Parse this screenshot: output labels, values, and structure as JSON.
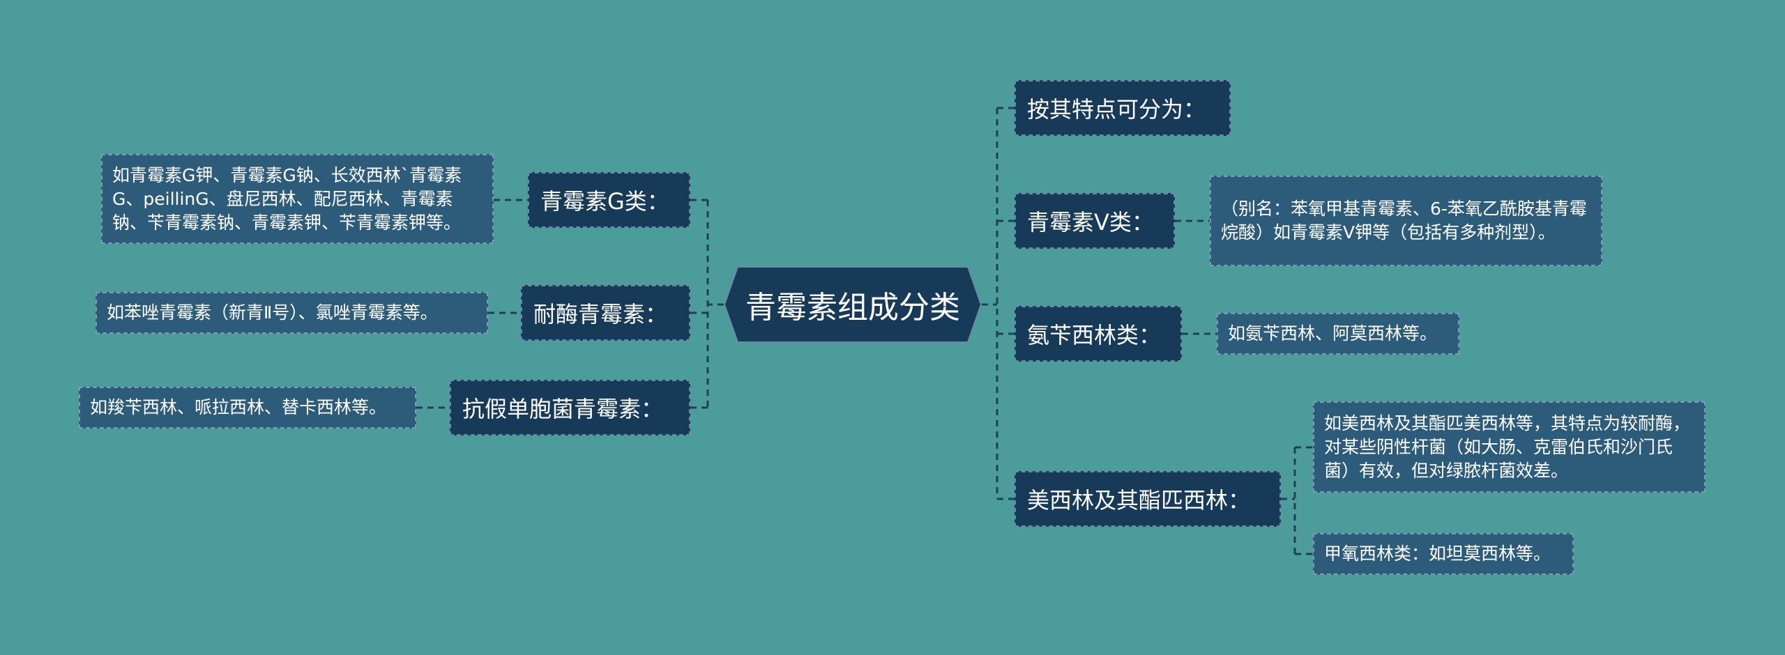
{
  "root": {
    "label": "青霉素组成分类"
  },
  "left_branches": [
    {
      "label": "青霉素G类：",
      "detail": "如青霉素G钾、青霉素G钠、长效西林`青霉素G、peillinG、盘尼西林、配尼西林、青霉素钠、苄青霉素钠、青霉素钾、苄青霉素钾等。"
    },
    {
      "label": "耐酶青霉素：",
      "detail": "如苯唑青霉素（新青Ⅱ号）、氯唑青霉素等。"
    },
    {
      "label": "抗假单胞菌青霉素：",
      "detail": "如羧苄西林、哌拉西林、替卡西林等。"
    }
  ],
  "right_branches": [
    {
      "label": "按其特点可分为："
    },
    {
      "label": "青霉素V类：",
      "detail": "（别名：苯氧甲基青霉素、6-苯氧乙酰胺基青霉烷酸）如青霉素V钾等（包括有多种剂型）。"
    },
    {
      "label": "氨苄西林类：",
      "detail": "如氨苄西林、阿莫西林等。"
    },
    {
      "label": "美西林及其酯匹西林：",
      "details": [
        "如美西林及其酯匹美西林等，其特点为较耐酶，对某些阴性杆菌（如大肠、克雷伯氏和沙门氏菌）有效，但对绿脓杆菌效差。",
        "甲氧西林类：如坦莫西林等。"
      ]
    }
  ],
  "colors": {
    "background": "#4d9c9c",
    "root_fill": "#163a58",
    "branch_fill": "#163a58",
    "leaf_fill": "#2d5c7a",
    "connector": "#1e3f58",
    "text": "#ffffff"
  }
}
